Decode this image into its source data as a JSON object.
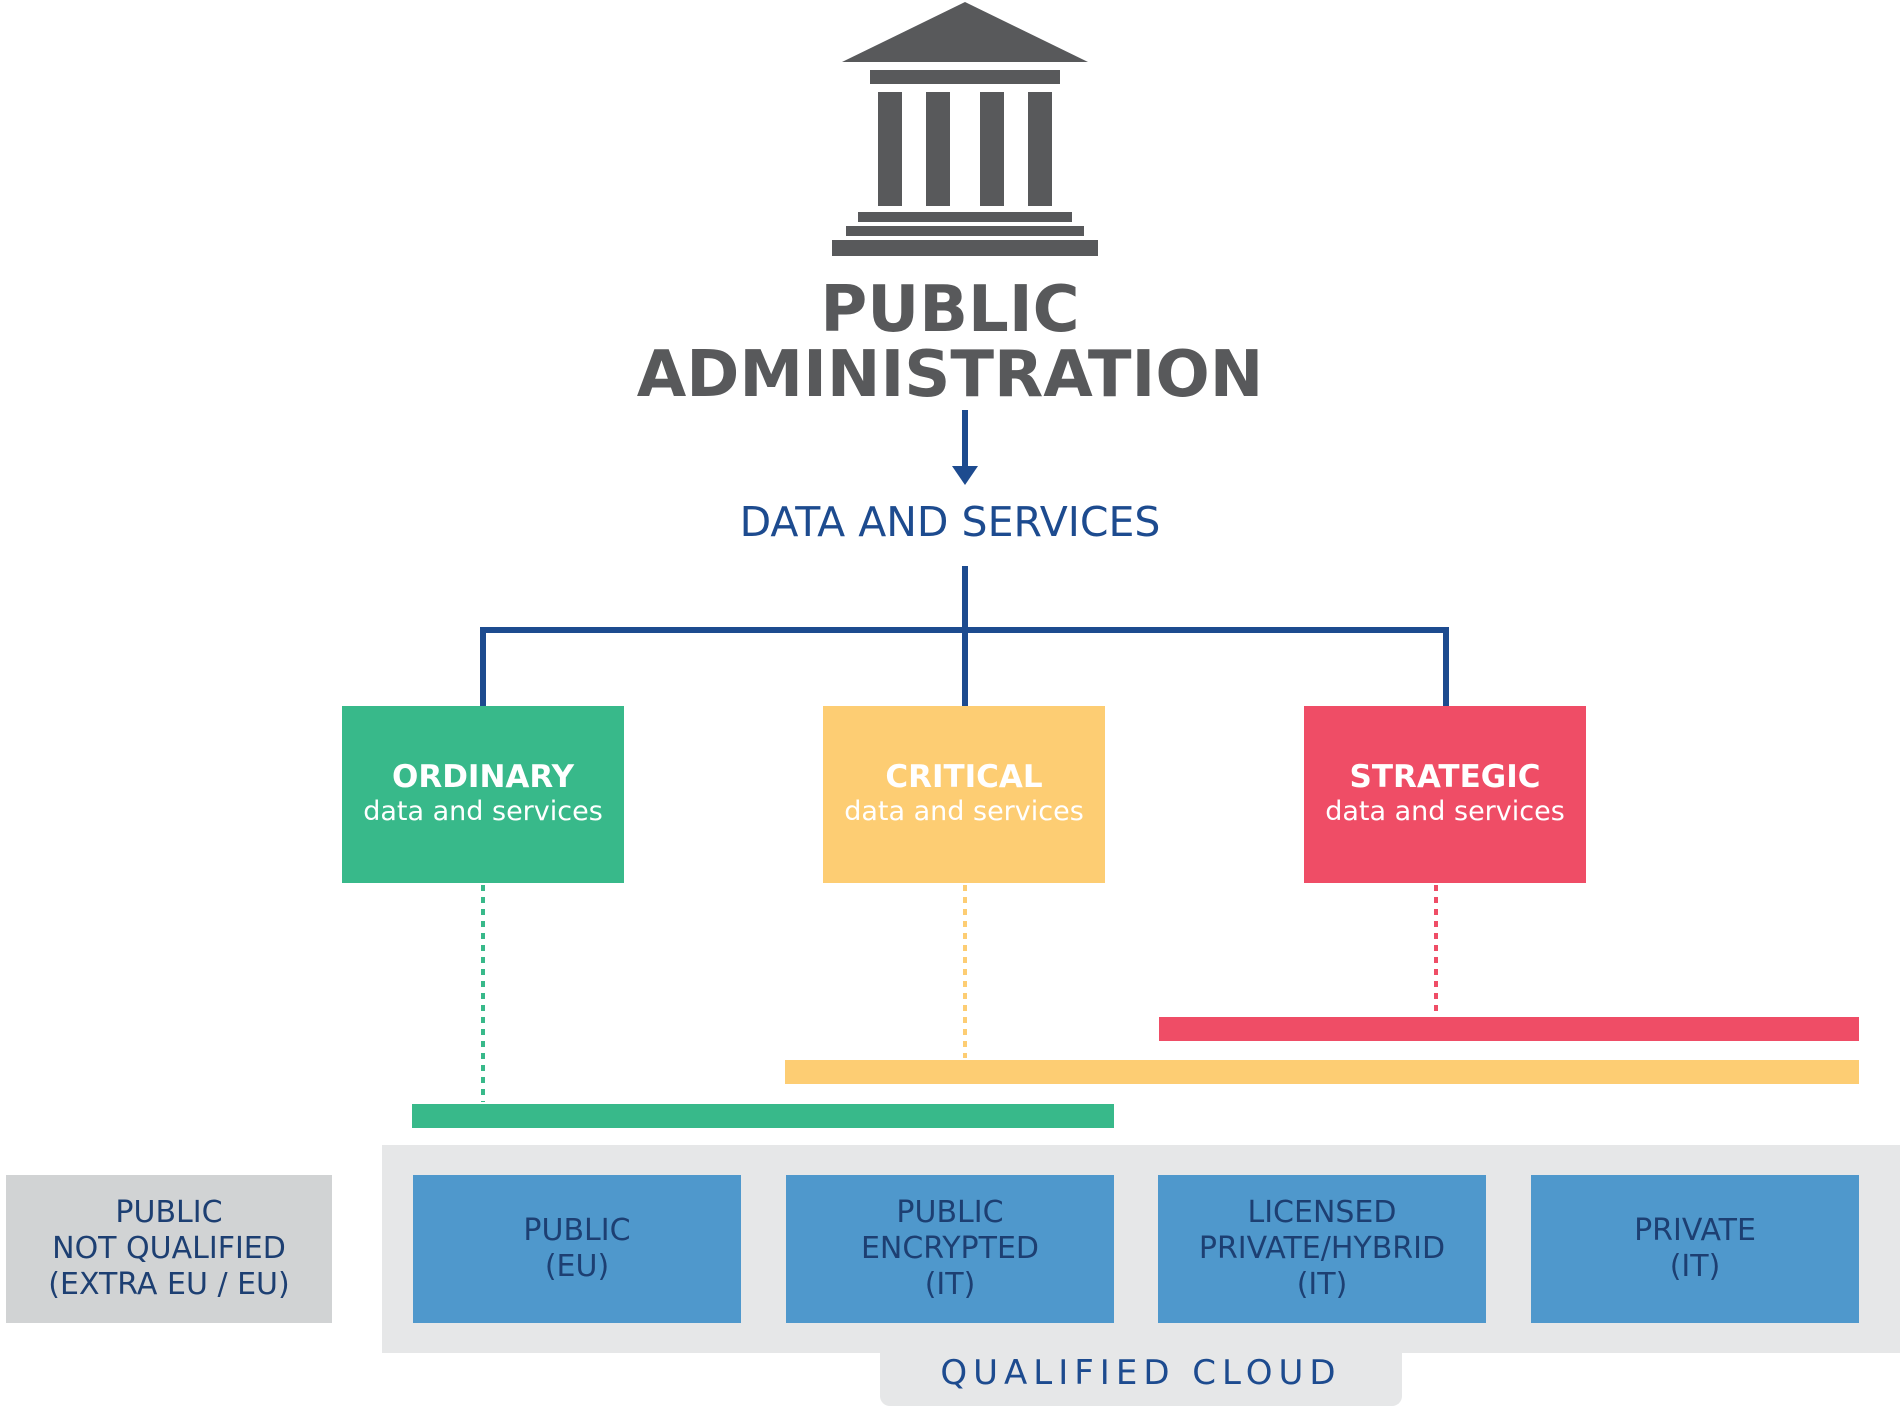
{
  "header": {
    "icon": "government-building-icon",
    "title_line1": "PUBLIC",
    "title_line2": "ADMINISTRATION",
    "subtitle": "DATA AND SERVICES"
  },
  "categories": [
    {
      "name": "ORDINARY",
      "desc": "data and services",
      "color": "#38b98a"
    },
    {
      "name": "CRITICAL",
      "desc": "data and services",
      "color": "#fdcd73"
    },
    {
      "name": "STRATEGIC",
      "desc": "data and services",
      "color": "#ef4d66"
    }
  ],
  "not_qualified": {
    "lines": [
      "PUBLIC",
      "NOT QUALIFIED",
      "(EXTRA EU / EU)"
    ]
  },
  "qualified_cloud": {
    "label": "QUALIFIED CLOUD",
    "options": [
      {
        "lines": [
          "PUBLIC",
          "(EU)"
        ]
      },
      {
        "lines": [
          "PUBLIC",
          "ENCRYPTED",
          "(IT)"
        ]
      },
      {
        "lines": [
          "LICENSED",
          "PRIVATE/HYBRID",
          "(IT)"
        ]
      },
      {
        "lines": [
          "PRIVATE",
          "(IT)"
        ]
      }
    ]
  },
  "colors": {
    "connector": "#1d4b8f",
    "title_gray": "#58595b",
    "box_blue": "#4f98cc",
    "panel_gray": "#e6e7e8",
    "not_qualified_gray": "#d1d3d4"
  }
}
